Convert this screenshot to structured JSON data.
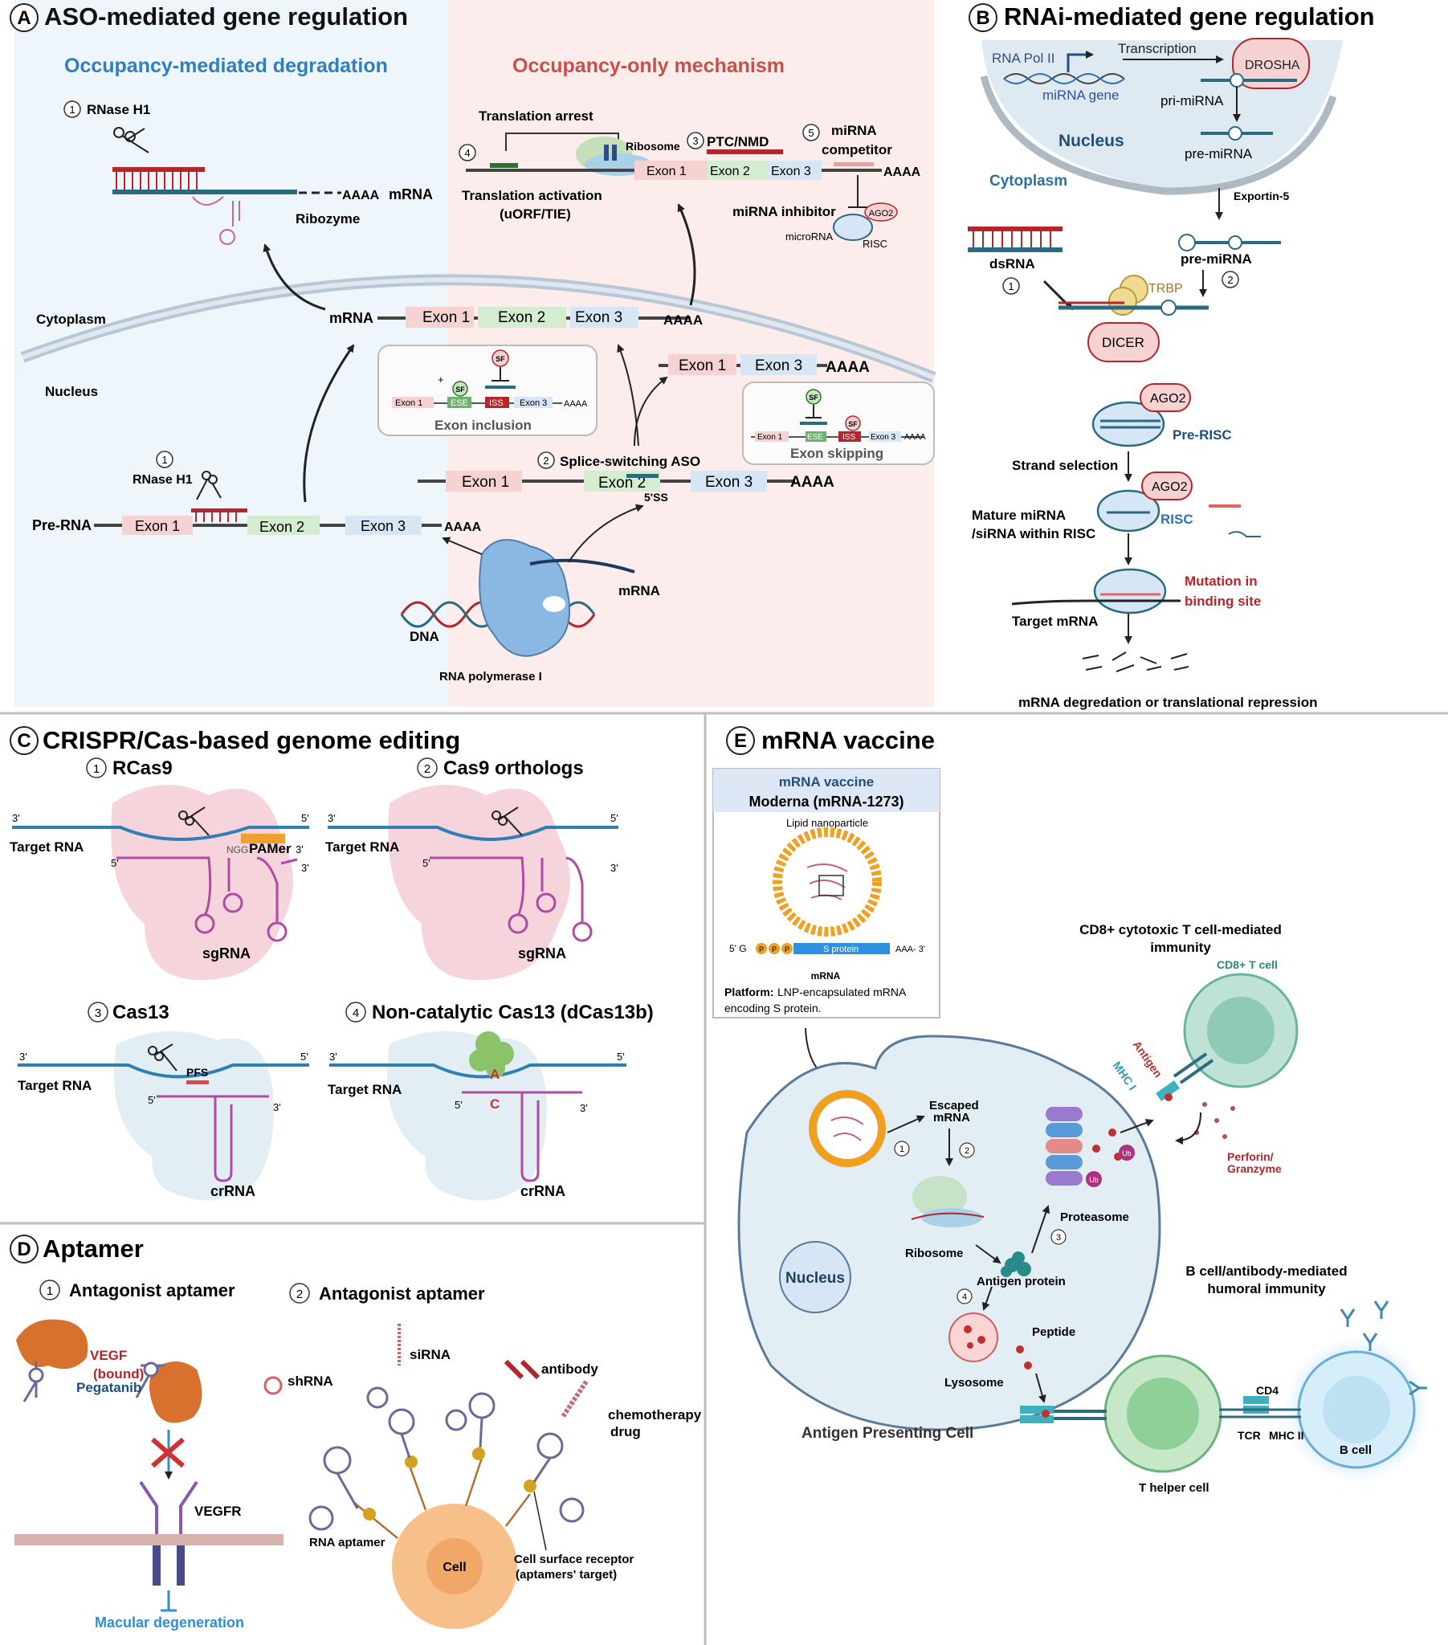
{
  "panelA": {
    "letter": "A",
    "title": "ASO-mediated gene regulation",
    "left_header": "Occupancy-mediated degradation",
    "right_header": "Occupancy-only mechanism",
    "rnase_h1_top": "RNase H1",
    "rnase_h1_bottom": "RNase H1",
    "ribozyme": "Ribozyme",
    "polyA": "AAAA",
    "mrna": "mRNA",
    "cytoplasm": "Cytoplasm",
    "nucleus": "Nucleus",
    "translation_arrest": "Translation arrest",
    "ribosome": "Ribosome",
    "ptc_nmd": "PTC/NMD",
    "mirna_competitor_1": "miRNA",
    "mirna_competitor_2": "competitor",
    "translation_activation_1": "Translation activation",
    "translation_activation_2": "(uORF/TIE)",
    "mirna_inhibitor": "miRNA  inhibitor",
    "microrna": "microRNA",
    "risc": "RISC",
    "ago2": "AGO2",
    "exon1": "Exon 1",
    "exon2": "Exon 2",
    "exon3": "Exon 3",
    "sf": "SF",
    "ese": "ESE",
    "iss": "ISS",
    "plus": "+",
    "exon_inclusion": "Exon inclusion",
    "exon_skipping": "Exon skipping",
    "splice_switching": "Splice-switching ASO",
    "five_ss": "5'SS",
    "pre_rna": "Pre-RNA",
    "dna": "DNA",
    "rna_pol": "RNA polymerase I",
    "n1": "1",
    "n2": "2",
    "n3": "3",
    "n4": "4",
    "n5": "5"
  },
  "panelB": {
    "letter": "B",
    "title": "RNAi-mediated gene regulation",
    "rna_pol_ii": "RNA Pol II",
    "transcription": "Transcription",
    "drosha": "DROSHA",
    "mirna_gene": "miRNA gene",
    "pri_mirna": "pri-miRNA",
    "nucleus": "Nucleus",
    "pre_mirna": "pre-miRNA",
    "cytoplasm": "Cytoplasm",
    "exportin": "Exportin-5",
    "dsrna": "dsRNA",
    "pre_mirna2": "pre-miRNA",
    "trbp": "TRBP",
    "dicer": "DICER",
    "ago2": "AGO2",
    "pre_risc": "Pre-RISC",
    "strand_selection": "Strand selection",
    "mature_1": "Mature miRNA",
    "mature_2": "/siRNA within RISC",
    "risc": "RISC",
    "mutation_1": "Mutation in",
    "mutation_2": "binding site",
    "target_mrna": "Target mRNA",
    "degradation": "mRNA degredation or translational repression",
    "n1": "1",
    "n2": "2"
  },
  "panelC": {
    "letter": "C",
    "title": "CRISPR/Cas-based genome editing",
    "sub1": "RCas9",
    "sub2": "Cas9 orthologs",
    "sub3": "Cas13",
    "sub4": "Non-catalytic Cas13 (dCas13b)",
    "target_rna": "Target RNA",
    "three_prime": "3'",
    "five_prime": "5'",
    "ngg": "NGG",
    "pamer": "PAMer",
    "sgrna": "sgRNA",
    "crrna": "crRNA",
    "pfs": "PFS",
    "base_a": "A",
    "base_c": "C",
    "n1": "1",
    "n2": "2",
    "n3": "3",
    "n4": "4"
  },
  "panelD": {
    "letter": "D",
    "title": "Aptamer",
    "sub1": "Antagonist aptamer",
    "sub2": "Antagonist aptamer",
    "vegf_1": "VEGF",
    "vegf_2": "(bound)",
    "pegatanib": "Pegatanib",
    "vegfr": "VEGFR",
    "macular": "Macular degeneration",
    "shrna": "shRNA",
    "sirna": "siRNA",
    "antibody": "antibody",
    "chemo_1": "chemotherapy",
    "chemo_2": "drug",
    "rna_aptamer": "RNA aptamer",
    "cell": "Cell",
    "receptor_1": "Cell surface receptor",
    "receptor_2": "(aptamers' target)",
    "n1": "1",
    "n2": "2"
  },
  "panelE": {
    "letter": "E",
    "title": "mRNA vaccine",
    "box_title_1": "mRNA vaccine",
    "box_title_2": "Moderna (mRNA-1273)",
    "lnp": "Lipid nanoparticle",
    "five_g": "5' G",
    "p": "P",
    "s_protein": "S protein",
    "aaa": "AAA- 3'",
    "mrna": "mRNA",
    "platform_bold": "Platform:",
    "platform_1": " LNP-encapsulated mRNA",
    "platform_2": "encoding S protein.",
    "cd8_title_1": "CD8+ cytotoxic T cell-mediated",
    "cd8_title_2": "immunity",
    "cd8_cell": "CD8+  T cell",
    "mhc1": "MHC I",
    "antigen": "Antigen",
    "perforin_1": "Perforin/",
    "perforin_2": "Granzyme",
    "escaped_1": "Escaped",
    "escaped_2": "mRNA",
    "ribosome": "Ribosome",
    "antigen_protein": "Antigen protein",
    "proteasome": "Proteasome",
    "ub": "Ub",
    "nucleus": "Nucleus",
    "lysosome": "Lysosome",
    "peptide": "Peptide",
    "apc": "Antigen Presenting Cell",
    "bcell_title_1": "B cell/antibody-mediated",
    "bcell_title_2": "humoral immunity",
    "cd4": "CD4",
    "tcr": "TCR",
    "mhc2": "MHC II",
    "b_cell": "B cell",
    "t_helper": "T helper cell",
    "n1": "1",
    "n2": "2",
    "n3": "3",
    "n4": "4"
  },
  "colors": {
    "blue_header": "#2f7fc0",
    "red_header": "#c9504a",
    "exon1": "#f6d2d2",
    "exon2": "#d4ecd0",
    "exon3": "#d6e6f4",
    "dark_red": "#b5252b",
    "teal": "#1f7a8c"
  }
}
